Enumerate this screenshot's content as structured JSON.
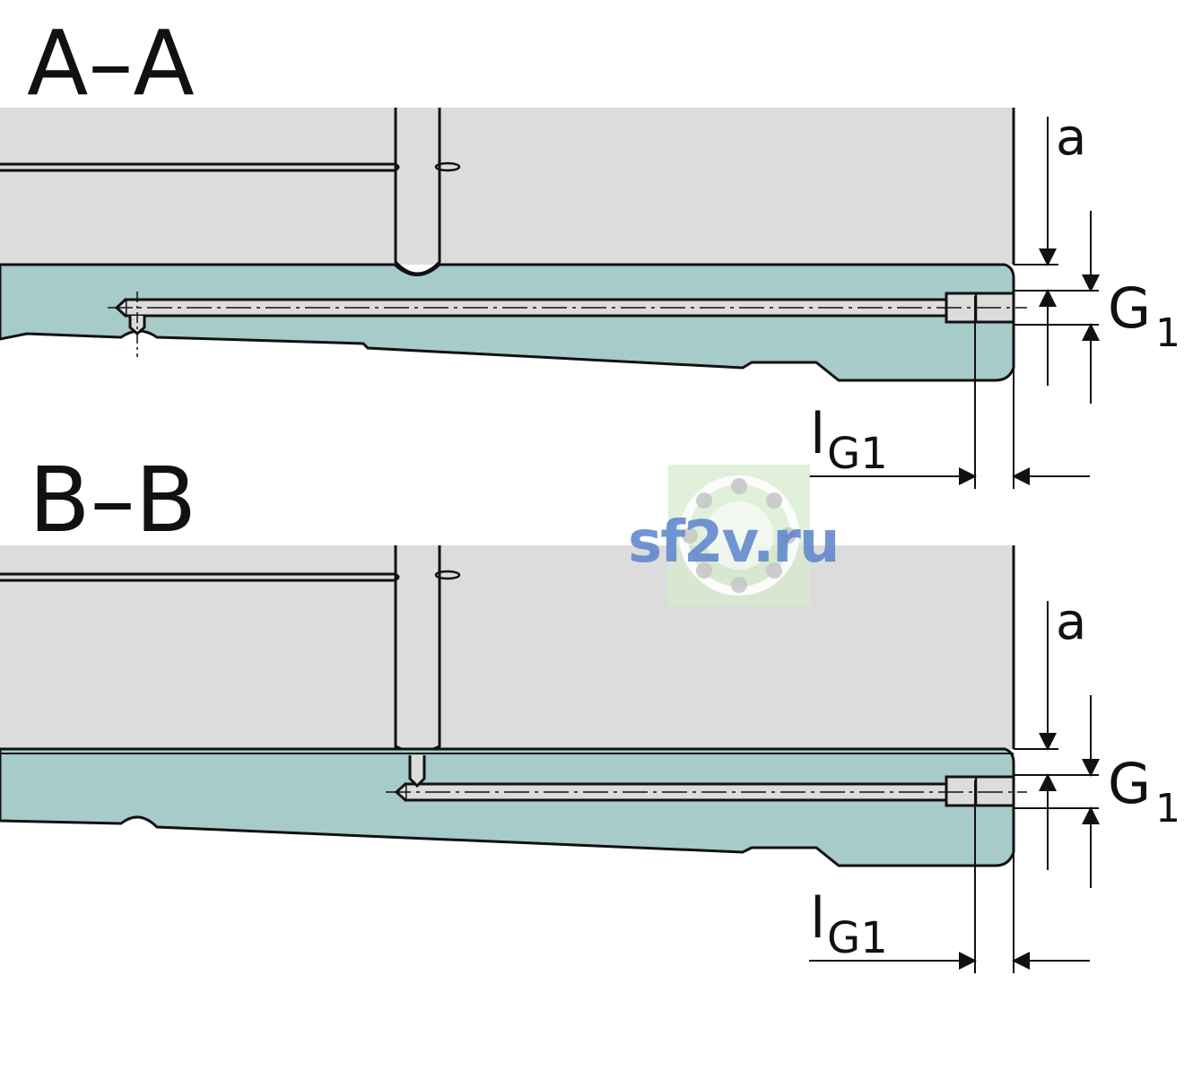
{
  "sections": [
    {
      "title": "A–A",
      "labels": {
        "a": "a",
        "g_main": "G",
        "g_sub": "1",
        "l_main": "l",
        "l_sub": "G1"
      }
    },
    {
      "title": "B–B",
      "labels": {
        "a": "a",
        "g_main": "G",
        "g_sub": "1",
        "l_main": "l",
        "l_sub": "G1"
      }
    }
  ],
  "watermark": {
    "text": "sf2v.ru"
  },
  "colors": {
    "housing": "#dcdcdc",
    "rail": "#a6cbc9",
    "line": "#111111"
  }
}
